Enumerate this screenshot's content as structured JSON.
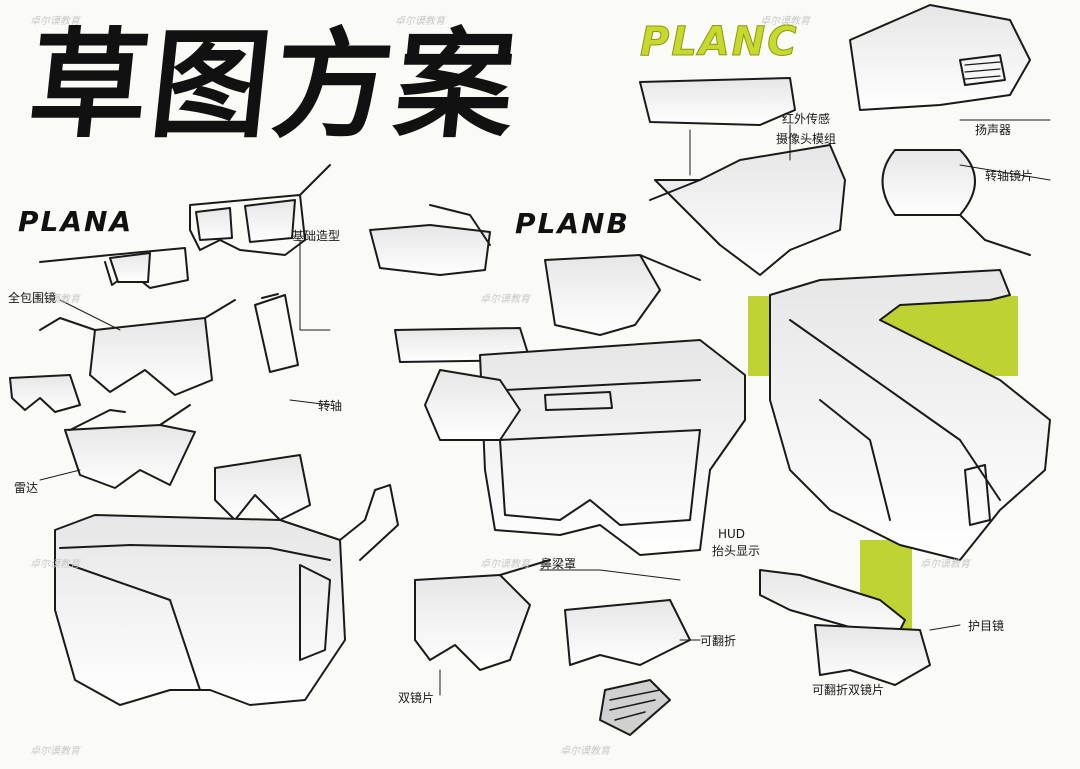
{
  "title": "草图方案",
  "plans": {
    "a": "PLANA",
    "b": "PLANB",
    "c": "PLANC"
  },
  "annotations": {
    "basic_shape": "基础造型",
    "full_goggles": "全包围镜",
    "hinge": "转轴",
    "radar": "雷达",
    "nose_pad": "鼻梁罩",
    "dual_lens": "双镜片",
    "flippable": "可翻折",
    "ir_sensor": "红外传感",
    "camera_module": "摄像头模组",
    "speaker": "扬声器",
    "rotating_lens": "转轴镜片",
    "hud": "HUD",
    "hud_display": "抬头显示",
    "eye_shield": "护目镜",
    "flip_dual_lens": "可翻折双镜片"
  },
  "watermark": "卓尔谟教育",
  "colors": {
    "accent_green": "#b8cf1e",
    "ink": "#141414",
    "paper": "#fafaf7"
  }
}
